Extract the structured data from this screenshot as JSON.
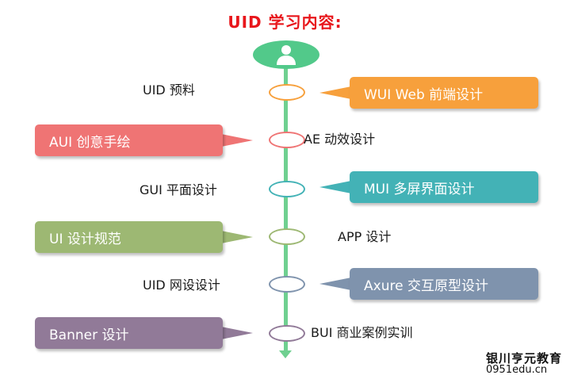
{
  "title": "UID 学习内容:",
  "colors": {
    "title": "#e8161b",
    "timeline": "#6fd090",
    "avatar": "#52c98a"
  },
  "avatar_icon": "user-avatar-icon",
  "left_labels": [
    "UID 预料",
    "GUI 平面设计",
    "UID 网设设计"
  ],
  "right_labels": [
    "AE 动效设计",
    "APP 设计",
    "BUI 商业案例实训"
  ],
  "right_callouts": [
    {
      "text": "WUI Web 前端设计",
      "color": "#f7a03c"
    },
    {
      "text": "MUI 多屏界面设计",
      "color": "#43b2b6"
    },
    {
      "text": "Axure 交互原型设计",
      "color": "#7f93ad"
    }
  ],
  "left_callouts": [
    {
      "text": "AUI 创意手绘",
      "color": "#ef7474"
    },
    {
      "text": "UI 设计规范",
      "color": "#9db873"
    },
    {
      "text": "Banner 设计",
      "color": "#917a98"
    }
  ],
  "node_colors": [
    "#f7a03c",
    "#ef7474",
    "#43b2b6",
    "#9db873",
    "#7f93ad",
    "#917a98"
  ],
  "brand": {
    "name": "银川亨元教育",
    "site": "0951edu.cn"
  }
}
